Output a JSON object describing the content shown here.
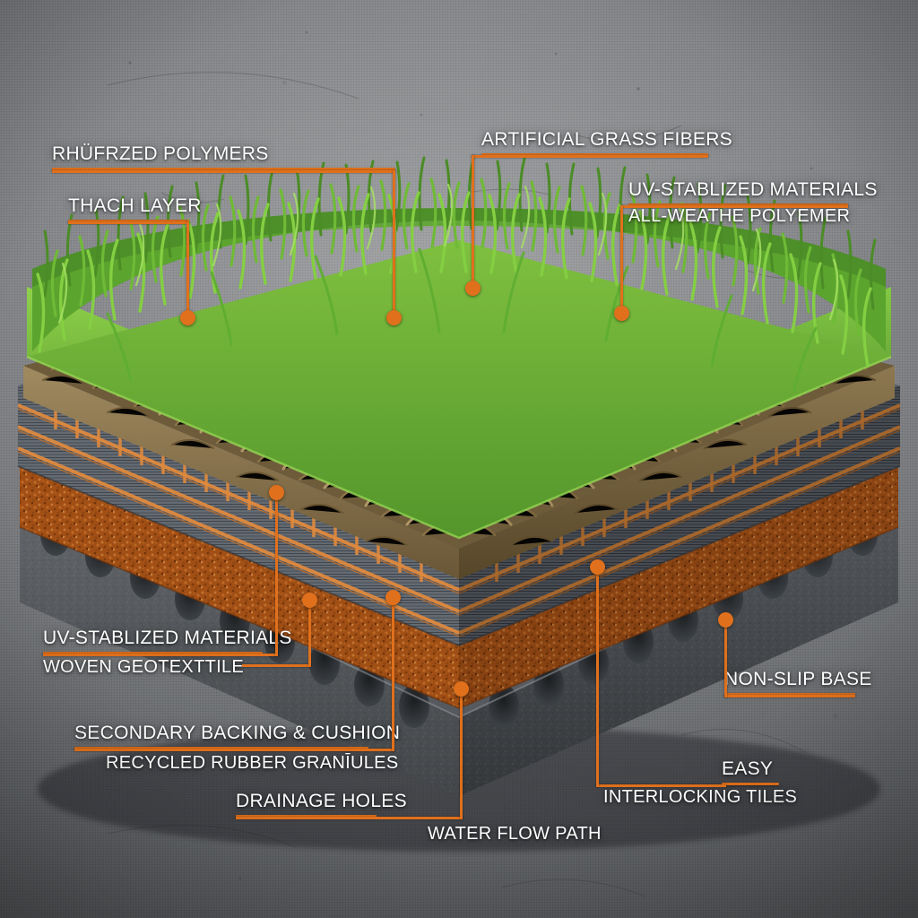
{
  "meta": {
    "kind": "artificial-turf-cross-section-diagram",
    "accent_color": "#e0701c",
    "label_color": "#ffffff",
    "background": "grey concrete wall"
  },
  "callouts": [
    {
      "id": "rubberized-polymers",
      "text": "RHÜFRZED POLYMERS",
      "underline": true
    },
    {
      "id": "thatch-layer",
      "text": "THACH LAYER",
      "underline": true
    },
    {
      "id": "artificial-grass-fibers",
      "text": "ARTIFICIAL GRASS FIBERS",
      "underline": true
    },
    {
      "id": "uv-stablized-materials-top",
      "text": "UV-STABLIZED MATERIALS",
      "underline": true
    },
    {
      "id": "all-weathe-polyemer",
      "text": "ALL-WEATHE POLYEMER",
      "underline": false
    },
    {
      "id": "uv-stablized-materials-bottom",
      "text": "UV-STABLIZED MATERIALS",
      "underline": true
    },
    {
      "id": "woven-geotexttile",
      "text": "WOVEN GEOTEXTTILE",
      "underline": false
    },
    {
      "id": "secondary-backing-cushion",
      "text": "SECONDARY BACKING & CUSHION",
      "underline": true
    },
    {
      "id": "recycled-rubber-granules",
      "text": "RECYCLED RUBBER GRANĪULES",
      "underline": false
    },
    {
      "id": "drainage-holes",
      "text": "DRAINAGE HOLES",
      "underline": true
    },
    {
      "id": "water-flow-path",
      "text": "WATER FLOW PATH",
      "underline": false
    },
    {
      "id": "non-slip-base",
      "text": "NON-SLIP BASE",
      "underline": true
    },
    {
      "id": "easy",
      "text": "EASY",
      "underline": true
    },
    {
      "id": "interlocking-tiles",
      "text": "INTERLOCKING TILES",
      "underline": false
    }
  ],
  "layers": [
    {
      "id": "grass-fibers",
      "name": "Artificial grass fibers",
      "color": "#5aa832"
    },
    {
      "id": "thatch",
      "name": "Thatch layer",
      "color": "#8a7450"
    },
    {
      "id": "woven-geotextile",
      "name": "Woven geotextile backing",
      "color": "#5d6268"
    },
    {
      "id": "rubber-granules",
      "name": "Recycled rubber granules",
      "color": "#c2601e"
    },
    {
      "id": "non-slip-base",
      "name": "Non-slip drainage base",
      "color": "#4a4d50"
    }
  ]
}
